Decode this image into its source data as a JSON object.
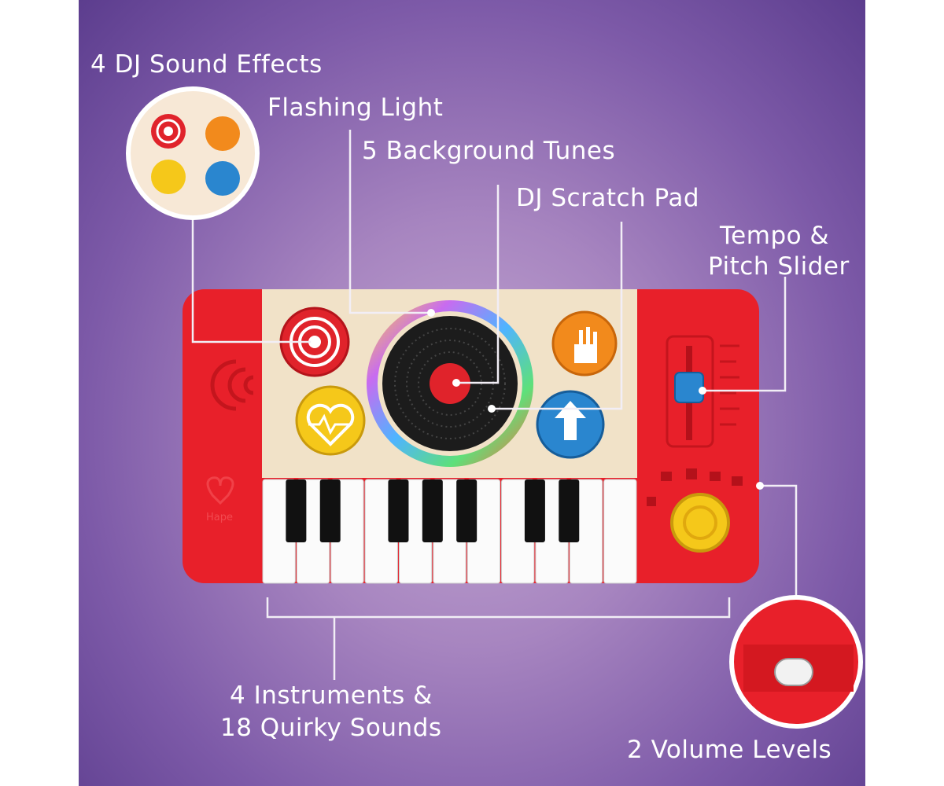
{
  "labels": {
    "dj_sound_effects": "4 DJ Sound Effects",
    "flashing_light": "Flashing Light",
    "background_tunes": "5 Background Tunes",
    "scratch_pad": "DJ Scratch Pad",
    "tempo_line1": "Tempo &",
    "tempo_line2": "Pitch Slider",
    "instruments_line1": "4 Instruments &",
    "instruments_line2": "18 Quirky Sounds",
    "volume": "2 Volume Levels"
  },
  "brand_logo": "Hape",
  "colors": {
    "background": "#8a68b2",
    "toy_body": "#e8202a",
    "wood": "#f1e2c8",
    "button_red": "#e0232b",
    "button_orange": "#f28a1c",
    "button_yellow": "#f5c81a",
    "button_blue": "#2a86cf",
    "slider": "#2a86cf"
  },
  "keys": {
    "white_count": 11
  }
}
